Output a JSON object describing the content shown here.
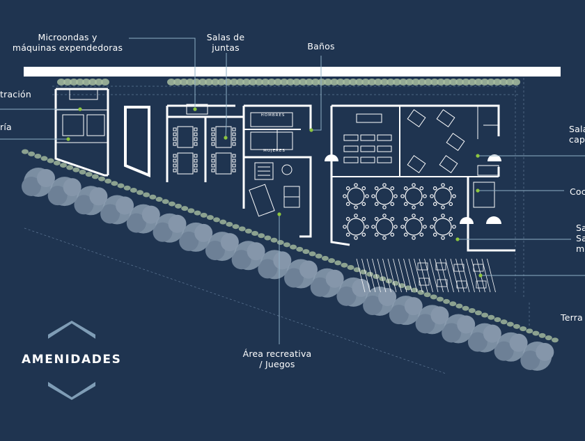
{
  "brand": {
    "title": "AMENIDADES",
    "accent": "#7f9db6"
  },
  "colors": {
    "background": "#1f3450",
    "lines": "#ffffff",
    "leader": "#8fb0c6",
    "dot": "#8dc63f",
    "tree": "#8c9eb1",
    "hedge": "#a8bea0"
  },
  "labels": {
    "microwaves": [
      "Microondas y",
      "máquinas expendedoras"
    ],
    "meeting_rooms": [
      "Salas de",
      "juntas"
    ],
    "bathrooms": "Baños",
    "recreation": [
      "Área recreativa",
      "/ Juegos"
    ],
    "administration": "tración",
    "cafeteria": "ría",
    "training": [
      "Sala",
      "cap"
    ],
    "kitchen": "Coc",
    "rooms_partial": [
      "Sa",
      "Sa",
      "m"
    ],
    "terrace": "Terra"
  },
  "plan_labels": {
    "men": "HOMBRES",
    "women": "MUJERES"
  }
}
